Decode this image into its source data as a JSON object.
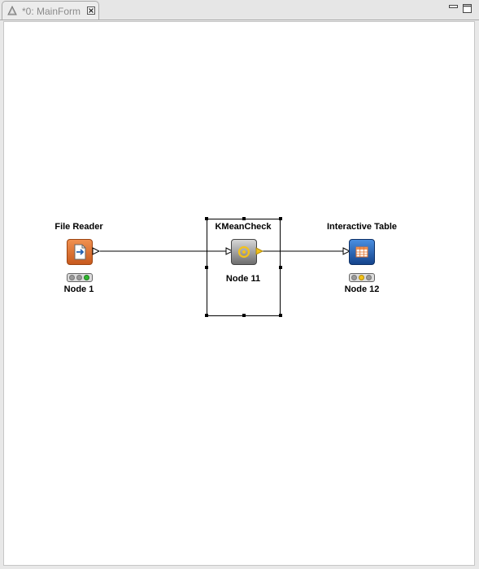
{
  "editor": {
    "tab_label": "*0: MainForm",
    "tab_icon": "knime-triangle-icon",
    "window_buttons": [
      "minimize-icon",
      "maximize-icon"
    ]
  },
  "workflow": {
    "nodes": [
      {
        "id": "file-reader",
        "title": "File Reader",
        "label": "Node 1",
        "icon": "file-reader-icon",
        "status": "executed",
        "status_color": "#2fb82f",
        "icon_color": "#e0702a"
      },
      {
        "id": "kmeancheck",
        "title": "KMeanCheck",
        "label": "Node 11",
        "icon": "meta-node-icon",
        "status": "none",
        "selected": true,
        "icon_color": "#7a7a7a"
      },
      {
        "id": "interactive-table",
        "title": "Interactive Table",
        "label": "Node 12",
        "icon": "table-view-icon",
        "status": "configured",
        "status_color": "#f3c21b",
        "icon_color": "#1e5fb0"
      }
    ],
    "connections": [
      {
        "from": "File Reader",
        "to": "KMeanCheck"
      },
      {
        "from": "KMeanCheck",
        "to": "Interactive Table"
      }
    ]
  }
}
